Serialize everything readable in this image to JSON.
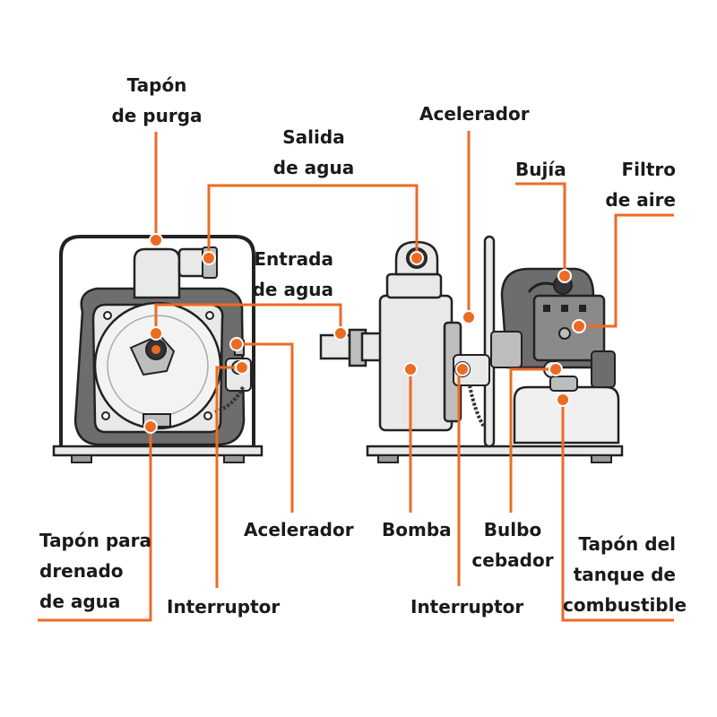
{
  "colors": {
    "leader": "#ec6b23",
    "outline": "#222222",
    "body_light": "#e9e9e9",
    "body_mid": "#bdbdbd",
    "body_dark": "#6d6d6d",
    "background": "#ffffff"
  },
  "labels": {
    "tapon_purga": [
      "Tapón",
      "de purga"
    ],
    "salida_agua": [
      "Salida",
      "de agua"
    ],
    "acelerador_top": [
      "Acelerador"
    ],
    "bujia": [
      "Bujía"
    ],
    "filtro_aire": [
      "Filtro",
      "de aire"
    ],
    "entrada_agua": [
      "Entrada",
      "de agua"
    ],
    "tapon_drenado": [
      "Tapón para",
      "drenado",
      "de agua"
    ],
    "acelerador_left": [
      "Acelerador"
    ],
    "interruptor_left": [
      "Interruptor"
    ],
    "bomba": [
      "Bomba"
    ],
    "bulbo_cebador": [
      "Bulbo",
      "cebador"
    ],
    "interruptor_right": [
      "Interruptor"
    ],
    "tapon_tanque": [
      "Tapón del",
      "tanque de",
      "combustible"
    ]
  }
}
